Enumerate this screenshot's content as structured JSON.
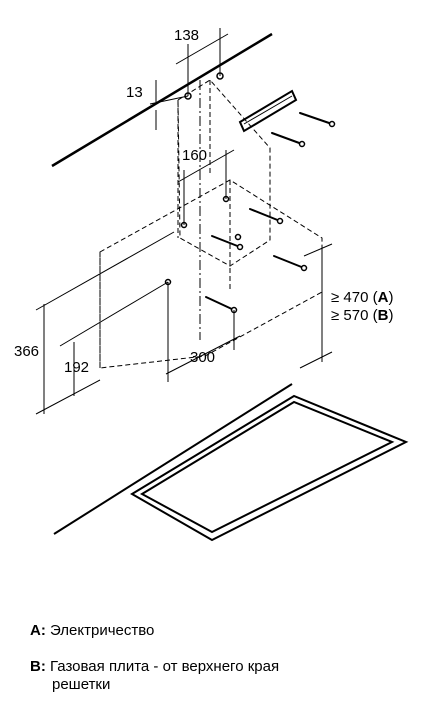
{
  "diagram": {
    "dimensions": {
      "d138": "138",
      "d13": "13",
      "d160": "160",
      "d366": "366",
      "d192": "192",
      "d300": "300"
    },
    "clearance": {
      "a": {
        "prefix": "≥ 470 (",
        "key": "A",
        "suffix": ")"
      },
      "b": {
        "prefix": "≥ 570 (",
        "key": "B",
        "suffix": ")"
      }
    }
  },
  "legend": {
    "a": {
      "key": "A:",
      "text": "Электричество"
    },
    "b": {
      "key": "B:",
      "text": "Газовая плита - от верхнего края",
      "text_cont": "решетки"
    }
  }
}
